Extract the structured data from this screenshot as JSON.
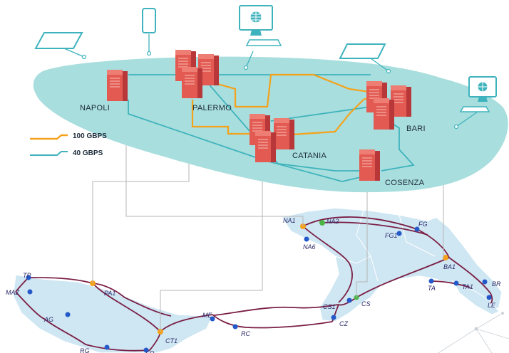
{
  "legend": {
    "items": [
      {
        "label": "100 GBPS",
        "color": "#f4a21c"
      },
      {
        "label": "40 GBPS",
        "color": "#3fb3bd"
      }
    ]
  },
  "datacenters": [
    {
      "id": "napoli",
      "label": "NAPOLI"
    },
    {
      "id": "palermo",
      "label": "PALERMO"
    },
    {
      "id": "catania",
      "label": "CATANIA"
    },
    {
      "id": "bari",
      "label": "BARI"
    },
    {
      "id": "cosenza",
      "label": "COSENZA"
    }
  ],
  "map_nodes": [
    "NA1",
    "NA2",
    "NA6",
    "FG",
    "FG1",
    "BA1",
    "TA",
    "TA1",
    "BR",
    "LE",
    "CS",
    "CS1",
    "CZ",
    "RC",
    "ME",
    "CT1",
    "PA1",
    "TP",
    "MAZ",
    "AG",
    "RG",
    "SR"
  ],
  "colors": {
    "cloud": "#a8dedd",
    "server": "#e25a52",
    "backbone": "#7a1f45",
    "map_land": "#cfe6f3",
    "node_blue": "#2459c9",
    "node_orange": "#f4a21c",
    "node_green": "#4bb548",
    "link_100": "#f4a21c",
    "link_40": "#3fb3bd"
  },
  "icons": [
    "tablet-icon",
    "smartphone-icon",
    "desktop-icon",
    "server-icon",
    "globe-icon",
    "keyboard-icon"
  ]
}
